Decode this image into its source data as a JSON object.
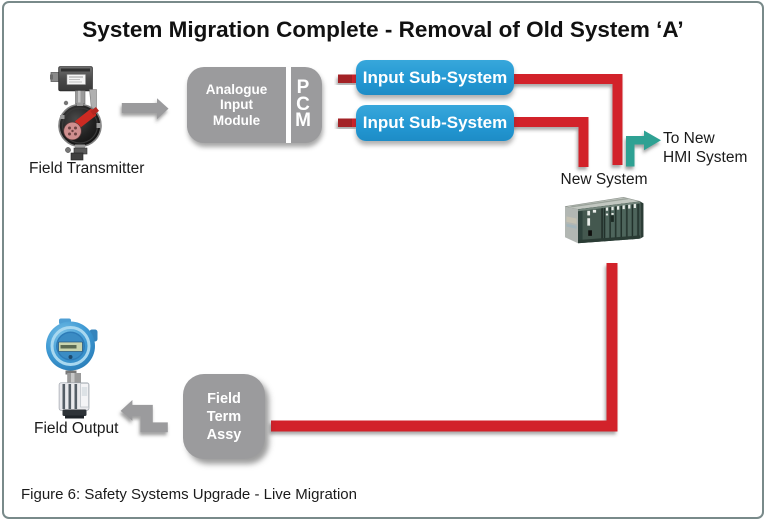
{
  "title": "System Migration Complete - Removal of Old System ‘A’",
  "caption": "Figure 6: Safety Systems Upgrade - Live Migration",
  "colors": {
    "red": "#d2202c",
    "dark_red": "#a32125",
    "teal": "#2fa193",
    "gray": "#9b9b9d",
    "blue": "#2397d2",
    "border": "#798a8a",
    "white": "#ffffff"
  },
  "nodes": {
    "field_transmitter": {
      "label": "Field Transmitter"
    },
    "analogue_input_module": {
      "line1": "Analogue",
      "line2": "Input",
      "line3": "Module"
    },
    "pcm": {
      "letter1": "P",
      "letter2": "C",
      "letter3": "M"
    },
    "input_subsystem_1": {
      "label": "Input Sub-System"
    },
    "input_subsystem_2": {
      "label": "Input Sub-System"
    },
    "new_system": {
      "label": "New System"
    },
    "to_new_hmi": {
      "line1": "To New",
      "line2": "HMI System"
    },
    "field_term_assy": {
      "line1": "Field",
      "line2": "Term",
      "line3": "Assy"
    },
    "field_output": {
      "label": "Field Output"
    }
  }
}
